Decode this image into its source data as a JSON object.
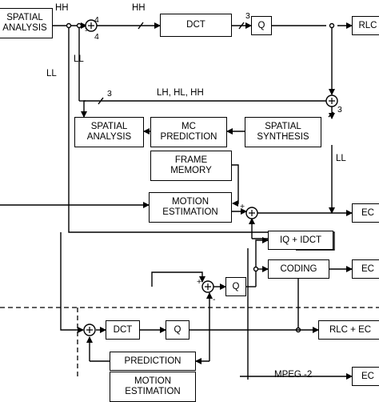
{
  "blocks": {
    "spatial_analysis_top": "SPATIAL\nANALYSIS",
    "dct_top": "DCT",
    "q_top": "Q",
    "rlc_top": "RLC",
    "spatial_analysis_mid": "SPATIAL\nANALYSIS",
    "mc_prediction": "MC\nPREDICTION",
    "spatial_synthesis": "SPATIAL\nSYNTHESIS",
    "frame_memory": "FRAME\nMEMORY",
    "motion_estimation_mid": "MOTION\nESTIMATION",
    "ec_mid": "EC",
    "iq_idct": "IQ + IDCT",
    "q_mid": "Q",
    "coding": "CODING",
    "ec_low": "EC",
    "dct_low": "DCT",
    "q_low": "Q",
    "rlc_ec": "RLC + EC",
    "prediction": "PREDICTION",
    "motion_estimation_low": "MOTION\nESTIMATION",
    "ec_bottom": "EC"
  },
  "labels": {
    "hh_top_left": "HH",
    "hh_top_mid": "HH",
    "ll_upper": "LL",
    "ll_left": "LL",
    "ll_right": "LL",
    "subbands": "LH, HL, HH",
    "n3_a": "3",
    "n3_b": "3",
    "n3_c": "3",
    "n4_a": "4",
    "n4_b": "4",
    "plus_a": "+",
    "plus_b": "+",
    "minus_a": "-",
    "minus_b": "-",
    "mpeg2": "MPEG -2"
  }
}
